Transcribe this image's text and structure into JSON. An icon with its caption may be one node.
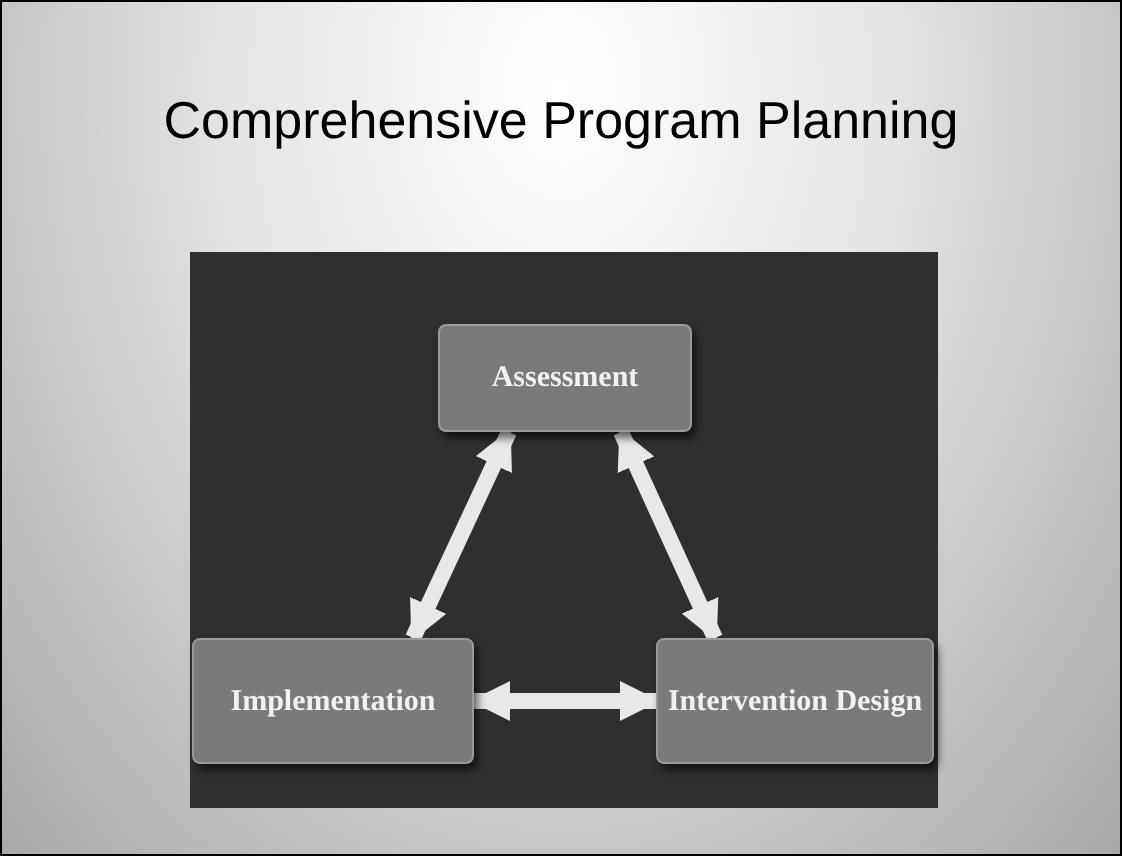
{
  "diagram": {
    "title": "Comprehensive Program Planning",
    "nodes": [
      {
        "text": [
          "Assessment"
        ]
      },
      {
        "text": [
          "Implementation"
        ]
      },
      {
        "text": [
          "Intervention Design"
        ]
      }
    ],
    "edges": [
      {
        "from": 0,
        "to": 1,
        "arrow": "both"
      },
      {
        "from": 0,
        "to": 2,
        "arrow": "both"
      },
      {
        "from": 1,
        "to": 2,
        "arrow": "both"
      }
    ]
  }
}
